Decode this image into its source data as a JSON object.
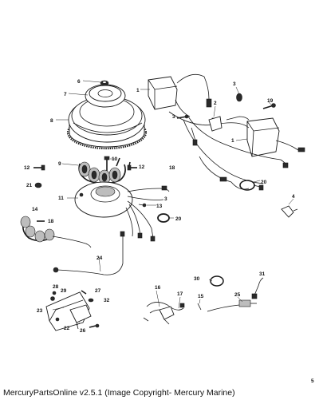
{
  "diagram": {
    "labels": {
      "l1a": "1",
      "l1b": "1",
      "l2": "2",
      "l3a": "3",
      "l3b": "3",
      "l3c": "3",
      "l4": "4",
      "l5": "5",
      "l6": "6",
      "l7": "7",
      "l8": "8",
      "l9": "9",
      "l10": "10",
      "l11": "11",
      "l12a": "12",
      "l12b": "12",
      "l13": "13",
      "l14": "14",
      "l15": "15",
      "l16": "16",
      "l17": "17",
      "l18a": "18",
      "l18b": "18",
      "l19": "19",
      "l20a": "20",
      "l20b": "20",
      "l21": "21",
      "l22": "22",
      "l23": "23",
      "l24": "24",
      "l25": "25",
      "l26": "26",
      "l27": "27",
      "l28": "28",
      "l29": "29",
      "l30": "30",
      "l31": "31",
      "l32": "32"
    }
  },
  "footer": {
    "text": "MercuryPartsOnline v2.5.1 (Image Copyright- Mercury Marine)"
  }
}
